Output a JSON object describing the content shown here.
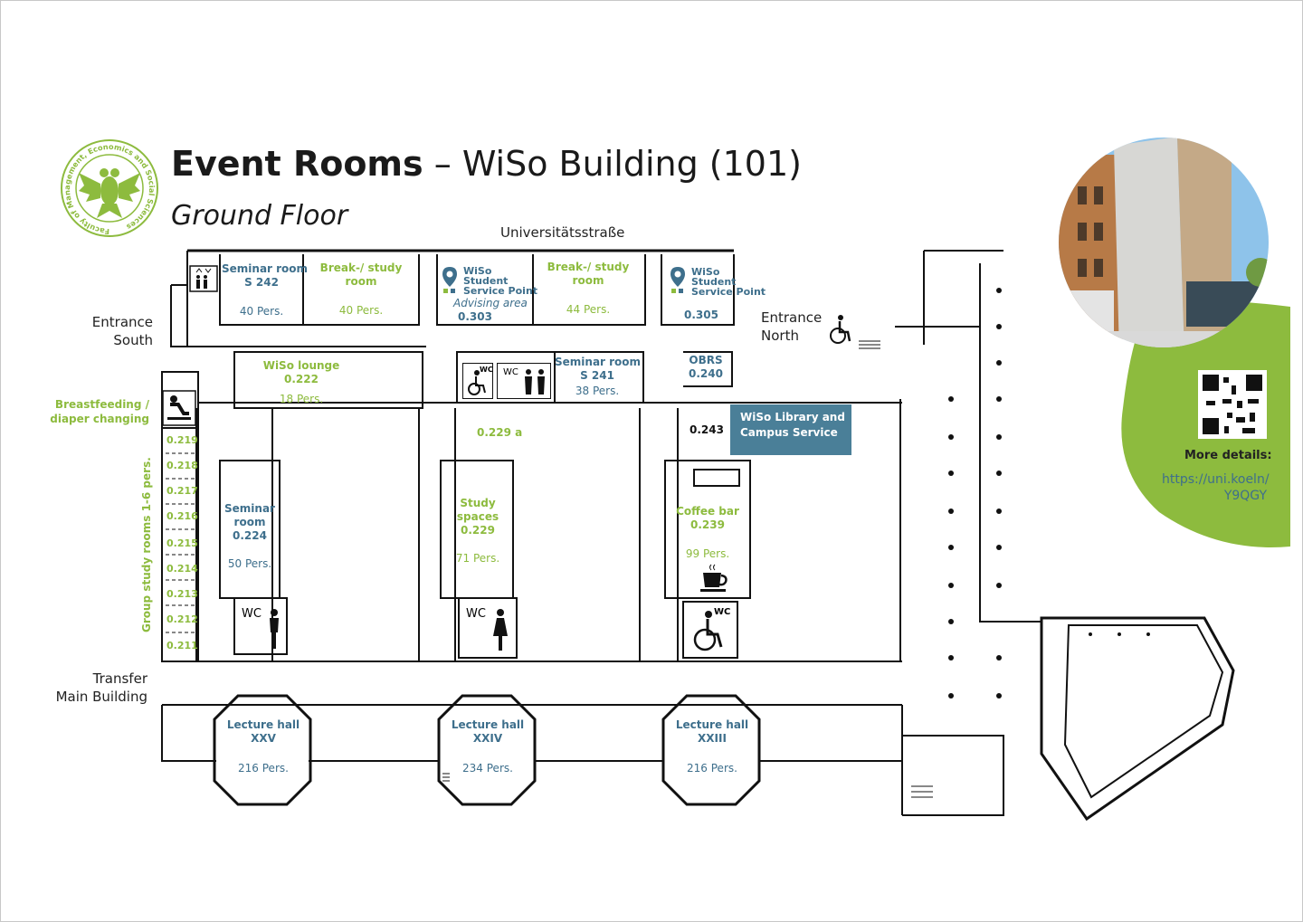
{
  "header": {
    "title_bold": "Event Rooms",
    "title_sep": " – ",
    "title_rest": "WiSo Building (101)",
    "subtitle": "Ground Floor"
  },
  "logo": {
    "ring_text": "Faculty of Management, Economics and Social Sciences",
    "color": "#8dbb3e"
  },
  "street": "Universitätsstraße",
  "entrances": {
    "south_line1": "Entrance",
    "south_line2": "South",
    "north_line1": "Entrance",
    "north_line2": "North",
    "transfer_line1": "Transfer",
    "transfer_line2": "Main Building"
  },
  "breastfeeding": {
    "line1": "Breastfeeding /",
    "line2": "diaper changing"
  },
  "group_rooms": {
    "label": "Group study rooms   1-6 pers.",
    "numbers": [
      "0.219",
      "0.218",
      "0.217",
      "0.216",
      "0.215",
      "0.214",
      "0.213",
      "0.212",
      "0.211"
    ]
  },
  "rooms": {
    "s242": {
      "line1": "Seminar room",
      "line2": "S 242",
      "cap": "40 Pers."
    },
    "break1": {
      "line1": "Break-/ study",
      "line2": "room",
      "cap": "40 Pers."
    },
    "sp303": {
      "w1": "WiSo",
      "w2": "Student",
      "w3": "Service Point",
      "advising": "Advising area",
      "num": "0.303"
    },
    "break2": {
      "line1": "Break-/ study",
      "line2": "room",
      "cap": "44 Pers."
    },
    "sp305": {
      "w1": "WiSo",
      "w2": "Student",
      "w3": "Service Point",
      "num": "0.305"
    },
    "lounge": {
      "line1": "WiSo lounge",
      "line2": "0.222",
      "cap": "18 Pers."
    },
    "s241": {
      "line1": "Seminar room",
      "line2": "S 241",
      "cap": "38 Pers."
    },
    "obrs": {
      "line1": "OBRS",
      "line2": "0.240"
    },
    "r229a": "0.229 a",
    "r243": "0.243",
    "library": {
      "line1": "WiSo Library and",
      "line2": "Campus Service"
    },
    "sem224": {
      "line1": "Seminar",
      "line2": "room",
      "line3": "0.224",
      "cap": "50 Pers."
    },
    "study229": {
      "line1": "Study",
      "line2": "spaces",
      "line3": "0.229",
      "cap": "71 Pers."
    },
    "coffee": {
      "line1": "Coffee bar",
      "line2": "0.239",
      "cap": "99 Pers."
    },
    "lh25": {
      "line1": "Lecture hall",
      "line2": "XXV",
      "cap": "216 Pers."
    },
    "lh24": {
      "line1": "Lecture hall",
      "line2": "XXIV",
      "cap": "234 Pers."
    },
    "lh23": {
      "line1": "Lecture hall",
      "line2": "XXIII",
      "cap": "216 Pers."
    }
  },
  "wc": "WC",
  "more": {
    "label": "More details:",
    "url_line1": "https://uni.koeln/",
    "url_line2": "Y9QGY"
  },
  "colors": {
    "green": "#8dbb3e",
    "blue": "#3e6f8c",
    "badge": "#4a7f98",
    "walls": "#111111"
  }
}
